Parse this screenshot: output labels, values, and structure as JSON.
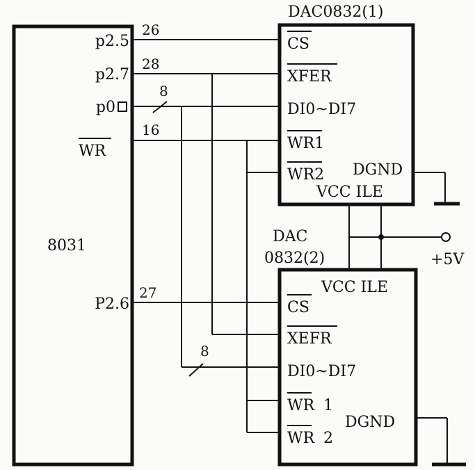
{
  "mcu": {
    "name": "8031",
    "pins": {
      "p25": "p2.5",
      "p27": "p2.7",
      "p0": "p0",
      "wr": "WR",
      "p26": "P2.6"
    }
  },
  "dac1": {
    "title": "DAC0832(1)",
    "pins": {
      "cs": "CS",
      "xfer": "XFER",
      "di": "DI0~DI7",
      "wr1": "WR1",
      "wr2": "WR2",
      "dgnd": "DGND",
      "vcc_ile": "VCC ILE"
    }
  },
  "dac2": {
    "title_line1": "DAC",
    "title_line2": "0832(2)",
    "pins": {
      "vcc_ile": "VCC ILE",
      "cs": "CS",
      "xfer": "XEFR",
      "di": "DI0~DI7",
      "wr1_a": "WR",
      "wr1_b": "1",
      "wr2_a": "WR",
      "wr2_b": "2",
      "dgnd": "DGND"
    }
  },
  "pin_numbers": {
    "p25": "26",
    "p27": "28",
    "p0_bus": "8",
    "wr": "16",
    "p26": "27",
    "bus2": "8"
  },
  "power": {
    "label": "+5V"
  }
}
